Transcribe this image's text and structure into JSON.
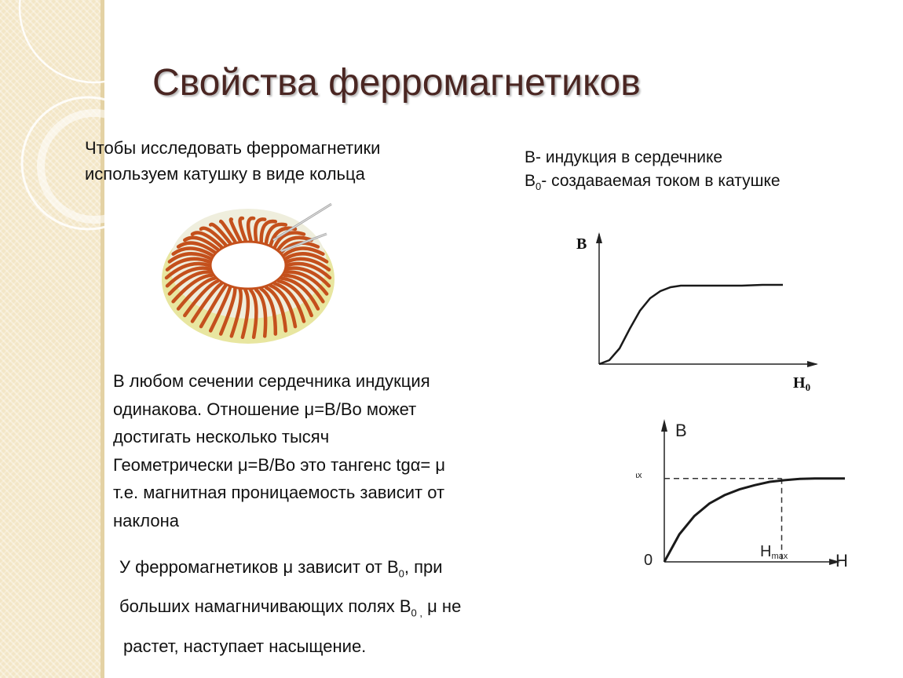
{
  "slide": {
    "title": "Свойства ферромагнетиков",
    "intro_lines": [
      "Чтобы исследовать ферромагнетики",
      "используем катушку в виде кольца"
    ],
    "legend": {
      "line1": "B- индукция в сердечнике",
      "line2_symbol": "B",
      "line2_sub": "0",
      "line2_rest": "- создаваемая током в катушке"
    },
    "body_lines": [
      "В любом сечении сердечника индукция",
      "одинакова. Отношение  μ=В/Во  может",
      "достигать несколько тысяч",
      "Геометрически μ=В/Во  это тангенс tgα= μ",
      "т.е.  магнитная проницаемость зависит от",
      "наклона"
    ],
    "conclusion": {
      "line1_pre": "У ферромагнетиков  μ зависит от В",
      "line1_sub": "0",
      "line1_post": ", при",
      "line2_pre": "больших намагничивающих полях  В",
      "line2_sub": "0 ,",
      "line2_post": "  μ не",
      "line3": "растет, наступает насыщение."
    }
  },
  "chart_data": [
    {
      "type": "line",
      "ylabel": "B",
      "xlabel": "H",
      "xlabel_sub": "0",
      "x": [
        0,
        0.05,
        0.1,
        0.15,
        0.2,
        0.25,
        0.3,
        0.35,
        0.4,
        0.5,
        0.6,
        0.7,
        0.8,
        0.9
      ],
      "y": [
        0,
        0.05,
        0.2,
        0.45,
        0.68,
        0.84,
        0.93,
        0.98,
        1.0,
        1.0,
        1.0,
        1.0,
        1.01,
        1.01
      ],
      "xlim": [
        0,
        1
      ],
      "ylim": [
        0,
        1.6
      ]
    },
    {
      "type": "line",
      "ylabel": "B",
      "xlabel": "H",
      "origin_label": "0",
      "ymax_label": "B",
      "ymax_sub": "max",
      "xmax_label": "H",
      "xmax_sub": "max",
      "x": [
        0,
        0.1,
        0.2,
        0.3,
        0.4,
        0.5,
        0.6,
        0.7,
        0.8,
        0.9,
        1.0,
        1.1,
        1.2
      ],
      "y": [
        0,
        0.33,
        0.55,
        0.7,
        0.8,
        0.87,
        0.92,
        0.96,
        0.98,
        0.995,
        1.0,
        1.0,
        1.0
      ],
      "xmax": 0.78,
      "ymax": 1.0,
      "xlim": [
        0,
        1.2
      ],
      "ylim": [
        0,
        1.6
      ]
    }
  ],
  "colors": {
    "title": "#4a2622",
    "sidebar": "#f3e6c6",
    "copper": "#c4501c",
    "core": "#e8e6a0"
  }
}
